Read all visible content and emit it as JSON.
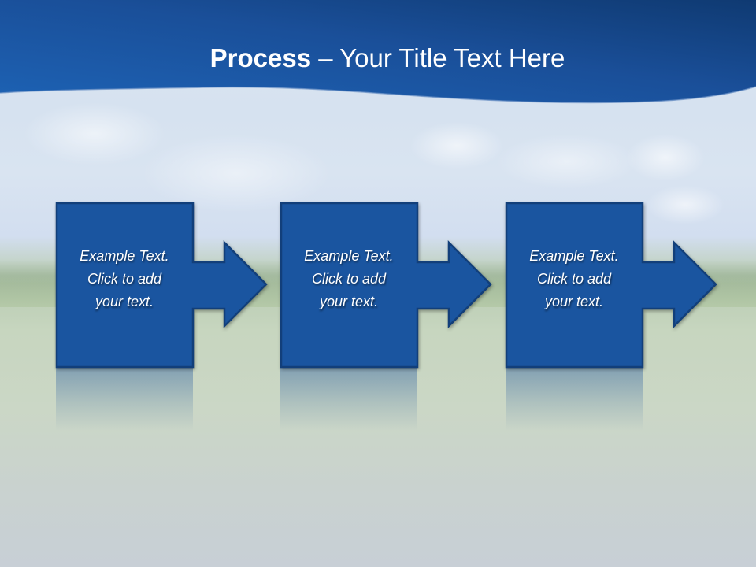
{
  "slide": {
    "title_bold": "Process",
    "title_rest": " – Your Title Text Here",
    "colors": {
      "header_dark": "#12407a",
      "header_light": "#1d5fae",
      "box_fill": "#1a55a0",
      "box_border": "#123f7a",
      "text": "#ffffff"
    }
  },
  "steps": [
    {
      "line1": "Example Text.",
      "line2": "Click  to add",
      "line3": "your text."
    },
    {
      "line1": "Example Text.",
      "line2": "Click  to add",
      "line3": "your text."
    },
    {
      "line1": "Example Text.",
      "line2": "Click  to add",
      "line3": "your text."
    }
  ]
}
